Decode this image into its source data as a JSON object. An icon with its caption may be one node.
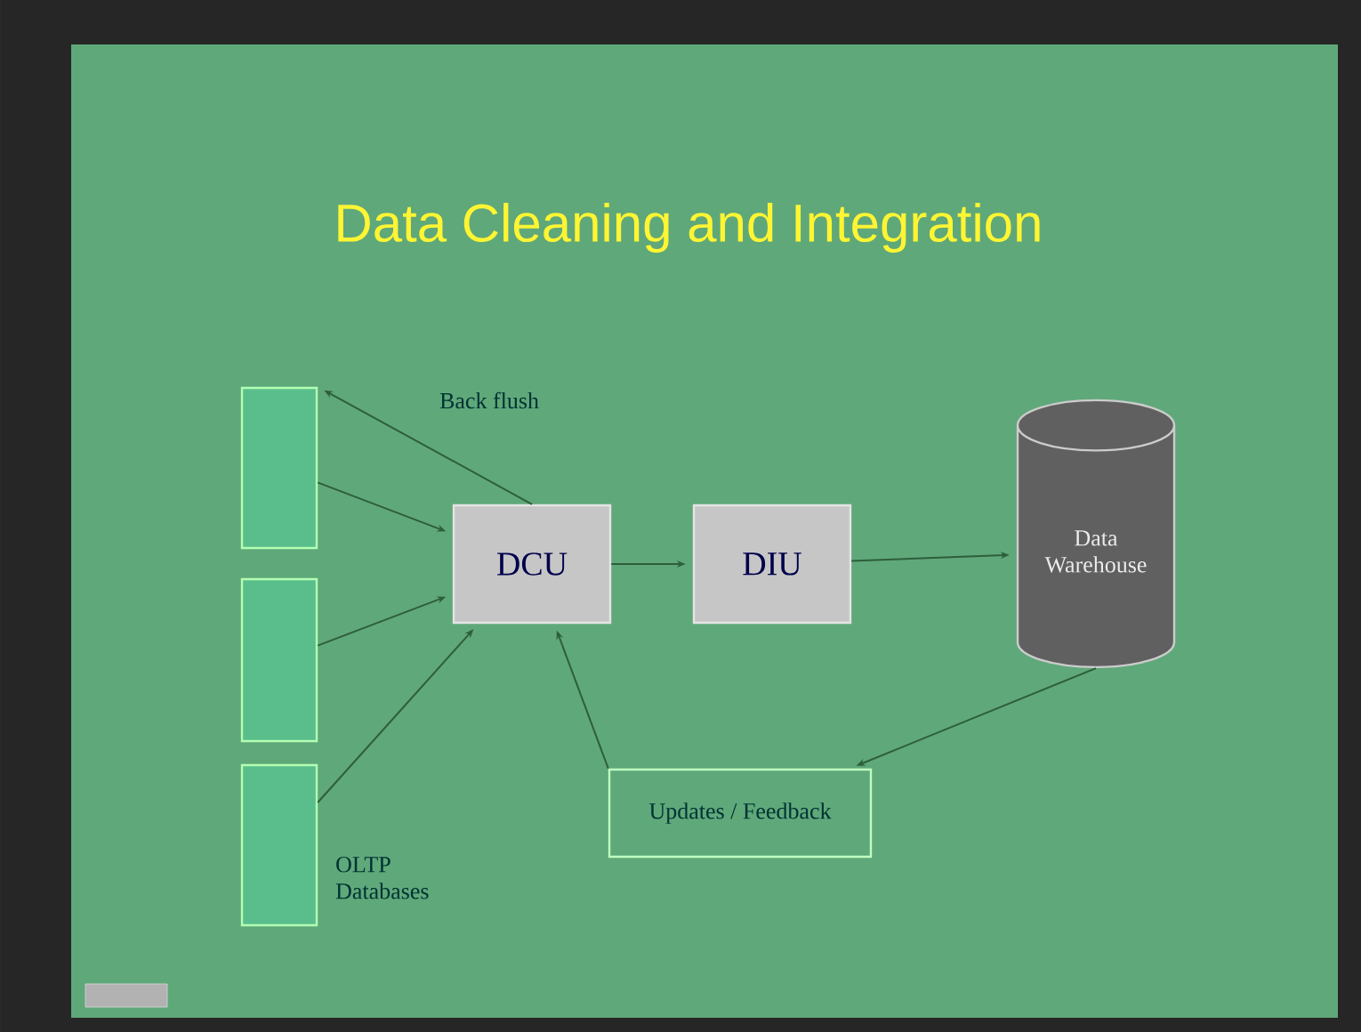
{
  "diagram": {
    "title": "Data Cleaning and Integration",
    "nodes": [
      {
        "text": [],
        "shape": "box"
      },
      {
        "text": [],
        "shape": "box"
      },
      {
        "text": [],
        "shape": "box",
        "beside": [
          "OLTP Databases"
        ]
      },
      {
        "text": [
          "DCU"
        ]
      },
      {
        "text": [
          "DIU"
        ]
      },
      {
        "text": [
          "Data Warehouse"
        ]
      },
      {
        "text": [
          "Updates / Feedback"
        ]
      }
    ],
    "edges": [
      {
        "from": 0,
        "to": 3,
        "arrow": "to"
      },
      {
        "from": 1,
        "to": 3,
        "arrow": "to"
      },
      {
        "from": 2,
        "to": 3,
        "arrow": "to"
      },
      {
        "from": 3,
        "to": 4,
        "arrow": "to"
      },
      {
        "from": 4,
        "to": 5,
        "arrow": "to"
      },
      {
        "from": 5,
        "to": 6,
        "arrow": "to"
      },
      {
        "from": 6,
        "to": 3,
        "arrow": "to"
      },
      {
        "from": 3,
        "to": 0,
        "arrow": "to",
        "label": "Back flush"
      }
    ]
  }
}
